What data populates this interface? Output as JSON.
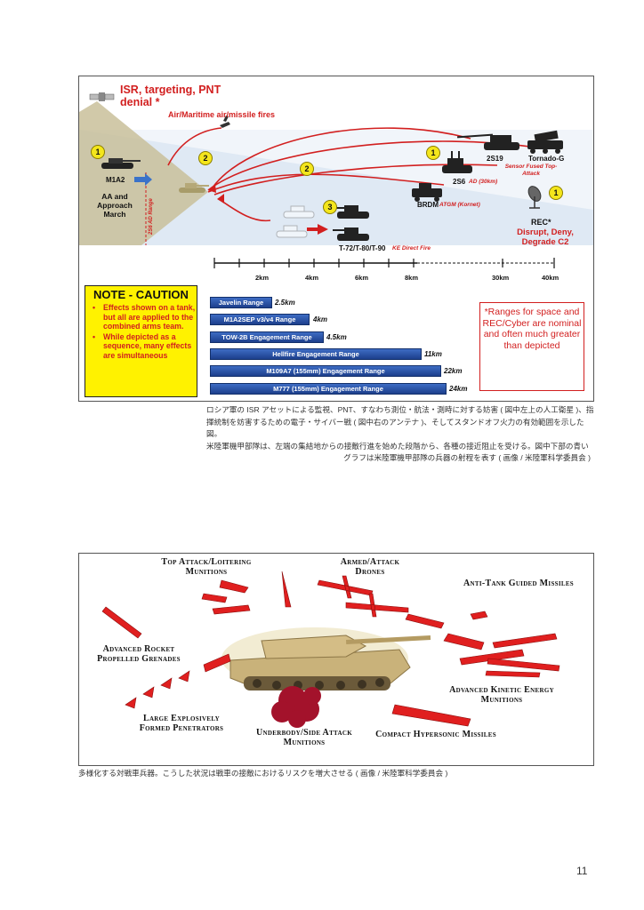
{
  "figure1": {
    "isr_title": "ISR, targeting, PNT denial *",
    "air_fires": "Air/Maritime air/missile fires",
    "m1a2": "M1A2",
    "aa_approach": "AA and Approach March",
    "zsu_range": "2S6 AD Range",
    "s2s19": "2S19",
    "tornado": "Tornado-G",
    "sensor_fused": "Sensor Fused Top-Attack",
    "s2s6": "2S6",
    "ad30": "AD (30km)",
    "brdm": "BRDM",
    "atgm": "ATGM (Kornet)",
    "t72": "T-72/T-80/T-90",
    "ke_fire": "KE Direct Fire",
    "rec": "REC*",
    "rec_desc": "Disrupt, Deny, Degrade C2",
    "badges": [
      "1",
      "2",
      "2",
      "3",
      "1",
      "1"
    ],
    "scale_ticks": [
      "2km",
      "4km",
      "6km",
      "8km",
      "30km",
      "40km"
    ],
    "note": {
      "title": "NOTE - CAUTION",
      "items": [
        "Effects shown on a tank, but all are applied to the combined arms team.",
        "While depicted as a sequence, many effects are simultaneous"
      ]
    },
    "ranges": [
      {
        "label": "Javelin Range",
        "value": "2.5km"
      },
      {
        "label": "M1A2SEP v3/v4 Range",
        "value": "4km"
      },
      {
        "label": "TOW-2B Engagement Range",
        "value": "4.5km"
      },
      {
        "label": "Hellfire Engagement Range",
        "value": "11km"
      },
      {
        "label": "M109A7 (155mm) Engagement Range",
        "value": "22km"
      },
      {
        "label": "M777 (155mm) Engagement Range",
        "value": "24km"
      }
    ],
    "ranges_note": "*Ranges for space and REC/Cyber are nominal and often much greater than depicted"
  },
  "caption1": [
    "ロシア軍の ISR アセットによる監視、PNT、すなわち測位・航法・測時に対する妨害 ( 図中左上の人工衛星 )、指",
    "揮統制を妨害するための電子・サイバー戦 ( 図中右のアンテナ )、そしてスタンドオフ火力の有効範囲を示した図。",
    "米陸軍機甲部隊は、左端の集結地からの接敵行進を始めた段階から、各種の接近阻止を受ける。図中下部の青い",
    "グラフは米陸軍機甲部隊の兵器の射程を表す ( 画像 / 米陸軍科学委員会 )"
  ],
  "figure2": {
    "top_attack": "Top Attack/Loitering Munitions",
    "armed_drones": "Armed/Attack Drones",
    "atgm": "Anti-Tank Guided Missiles",
    "rpg": "Advanced Rocket Propelled Grenades",
    "kinetic": "Advanced Kinetic Energy Munitions",
    "efp": "Large Explosively Formed Penetrators",
    "underbody": "Underbody/Side Attack Munitions",
    "hypersonic": "Compact Hypersonic Missiles"
  },
  "caption2": "多様化する対戦車兵器。こうした状況は戦車の接敵におけるリスクを増大させる ( 画像 / 米陸軍科学委員会 )",
  "page_number": "11",
  "colors": {
    "accent_red": "#d21f1f",
    "bar_blue": "#2a56ad",
    "note_yellow": "#fff200"
  }
}
